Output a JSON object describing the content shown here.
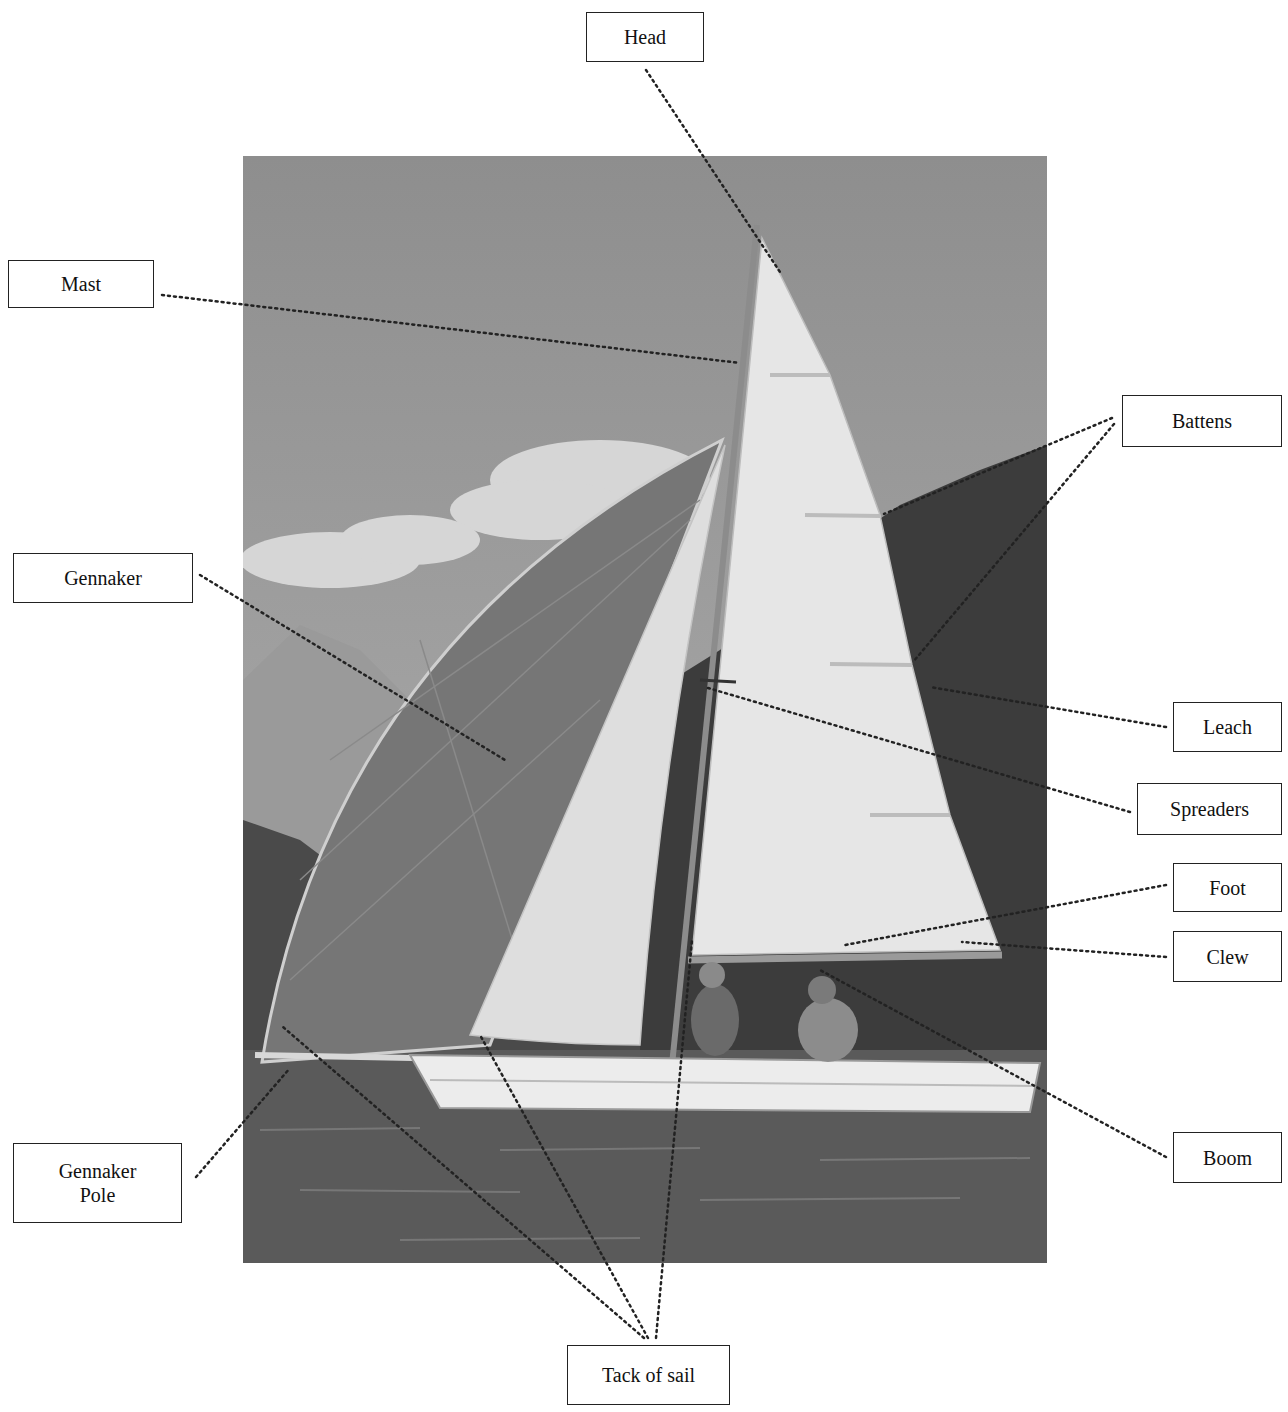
{
  "diagram": {
    "nodes": [
      {
        "text": [
          "Head"
        ]
      },
      {
        "text": [
          "Mast"
        ]
      },
      {
        "text": [
          "Battens"
        ]
      },
      {
        "text": [
          "Gennaker"
        ]
      },
      {
        "text": [
          "Leach"
        ]
      },
      {
        "text": [
          "Spreaders"
        ]
      },
      {
        "text": [
          "Foot"
        ]
      },
      {
        "text": [
          "Clew"
        ]
      },
      {
        "text": [
          "Gennaker Pole"
        ]
      },
      {
        "text": [
          "Boom"
        ]
      },
      {
        "text": [
          "Tack of sail"
        ]
      }
    ]
  }
}
